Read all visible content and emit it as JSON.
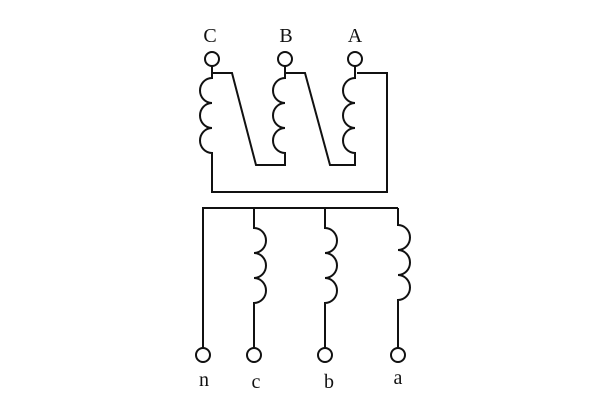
{
  "primary_labels": [
    "C",
    "B",
    "A"
  ],
  "secondary_labels": [
    "n",
    "c",
    "b",
    "a"
  ],
  "colors": {
    "line": "#111111",
    "background": "#ffffff"
  }
}
